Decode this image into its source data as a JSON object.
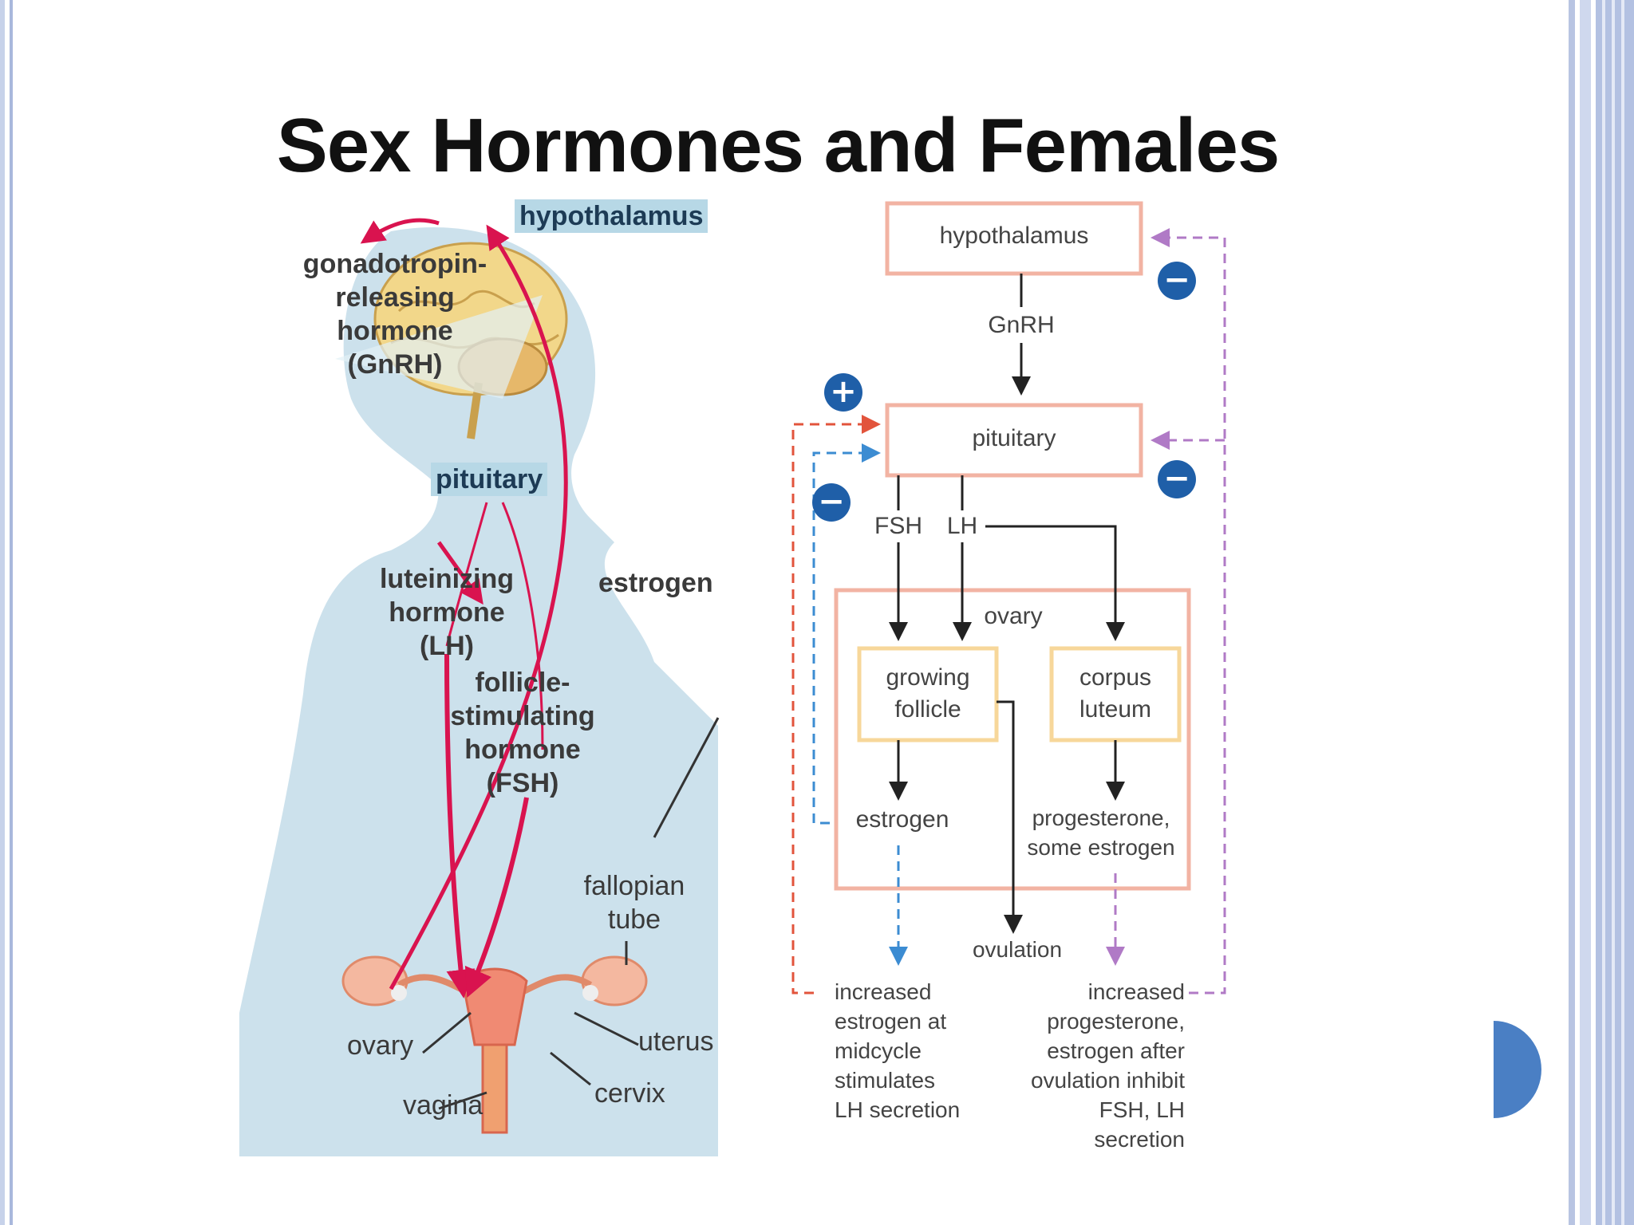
{
  "slide": {
    "title": "Sex Hormones and Females"
  },
  "illustration": {
    "hypothalamus": "hypothalamus",
    "gnrh": [
      "gonadotropin-",
      "releasing",
      "hormone",
      "(GnRH)"
    ],
    "pituitary": "pituitary",
    "lh": [
      "luteinizing",
      "hormone",
      "(LH)"
    ],
    "fsh": [
      "follicle-",
      "stimulating",
      "hormone",
      "(FSH)"
    ],
    "estrogen": "estrogen",
    "fallopian_tube": [
      "fallopian",
      "tube"
    ],
    "ovary": "ovary",
    "uterus": "uterus",
    "vagina": "vagina",
    "cervix": "cervix"
  },
  "flowchart": {
    "hypothalamus": "hypothalamus",
    "gnrh": "GnRH",
    "pituitary": "pituitary",
    "fsh": "FSH",
    "lh": "LH",
    "ovary": "ovary",
    "growing_follicle": [
      "growing",
      "follicle"
    ],
    "corpus_luteum": [
      "corpus",
      "luteum"
    ],
    "estrogen": "estrogen",
    "progesterone": [
      "progesterone,",
      "some estrogen"
    ],
    "ovulation": "ovulation",
    "left_note": [
      "increased",
      "estrogen at",
      "midcycle",
      "stimulates",
      "LH secretion"
    ],
    "right_note": [
      "increased",
      "progesterone,",
      "estrogen after",
      "ovulation inhibit",
      "FSH, LH",
      "secretion"
    ],
    "signs": {
      "plus": "+",
      "minus": "−"
    },
    "colors": {
      "box_border": "#f2b3a3",
      "inner_border": "#f7d79a",
      "red_feedback": "#e2543c",
      "blue_feedback": "#3c8cd2",
      "purple_feedback": "#b07ac6",
      "sign_fill": "#1f5fa8"
    }
  },
  "theme": {
    "frame": "#b3c1e2",
    "accent": "#4a7fc4",
    "body_silhouette": "#cce1ec",
    "hormone_arrow": "#d9134f"
  }
}
